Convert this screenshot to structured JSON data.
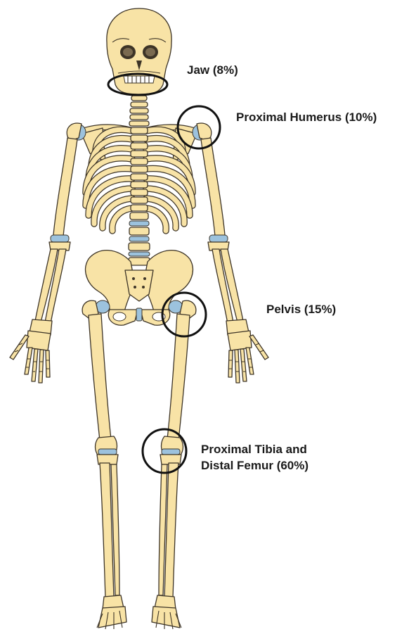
{
  "colors": {
    "bone_fill": "#f8e3a6",
    "bone_stroke": "#3d3427",
    "cartilage": "#9cc2dd",
    "marker_ring": "#111111",
    "background": "#ffffff"
  },
  "annotations": [
    {
      "id": "jaw",
      "label": "Jaw (8%)",
      "percent": 8
    },
    {
      "id": "proximal-humerus",
      "label": "Proximal Humerus (10%)",
      "percent": 10
    },
    {
      "id": "pelvis",
      "label": "Pelvis (15%)",
      "percent": 15
    },
    {
      "id": "knee",
      "label_line1": "Proximal Tibia and",
      "label_line2": "Distal Femur (60%)",
      "percent": 60
    }
  ]
}
